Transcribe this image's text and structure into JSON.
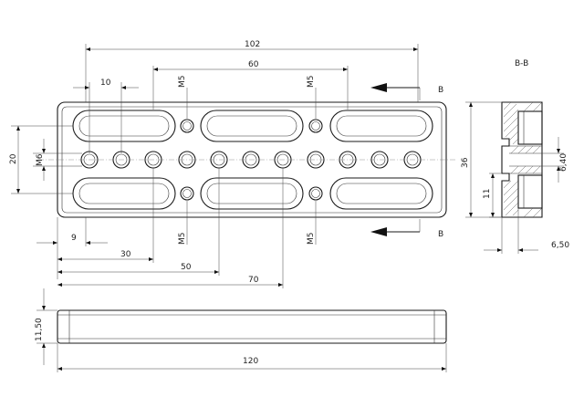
{
  "labels": {
    "section_title": "B-B",
    "section_arrow_top": "B",
    "section_arrow_bottom": "B"
  },
  "dimensions": {
    "overall_length_top": "102",
    "slot_span": "60",
    "slot_width": "10",
    "height": "20",
    "thread_center_row": "M6",
    "thread_top_left": "M5",
    "thread_top_right": "M5",
    "thread_bottom_left": "M5",
    "thread_bottom_right": "M5",
    "offset_9": "9",
    "offset_30": "30",
    "offset_50": "50",
    "offset_70": "70",
    "side_thickness": "11,50",
    "overall_length": "120",
    "section_height": "36",
    "section_slot": "11",
    "section_depth": "6,40",
    "section_width": "6,50"
  }
}
